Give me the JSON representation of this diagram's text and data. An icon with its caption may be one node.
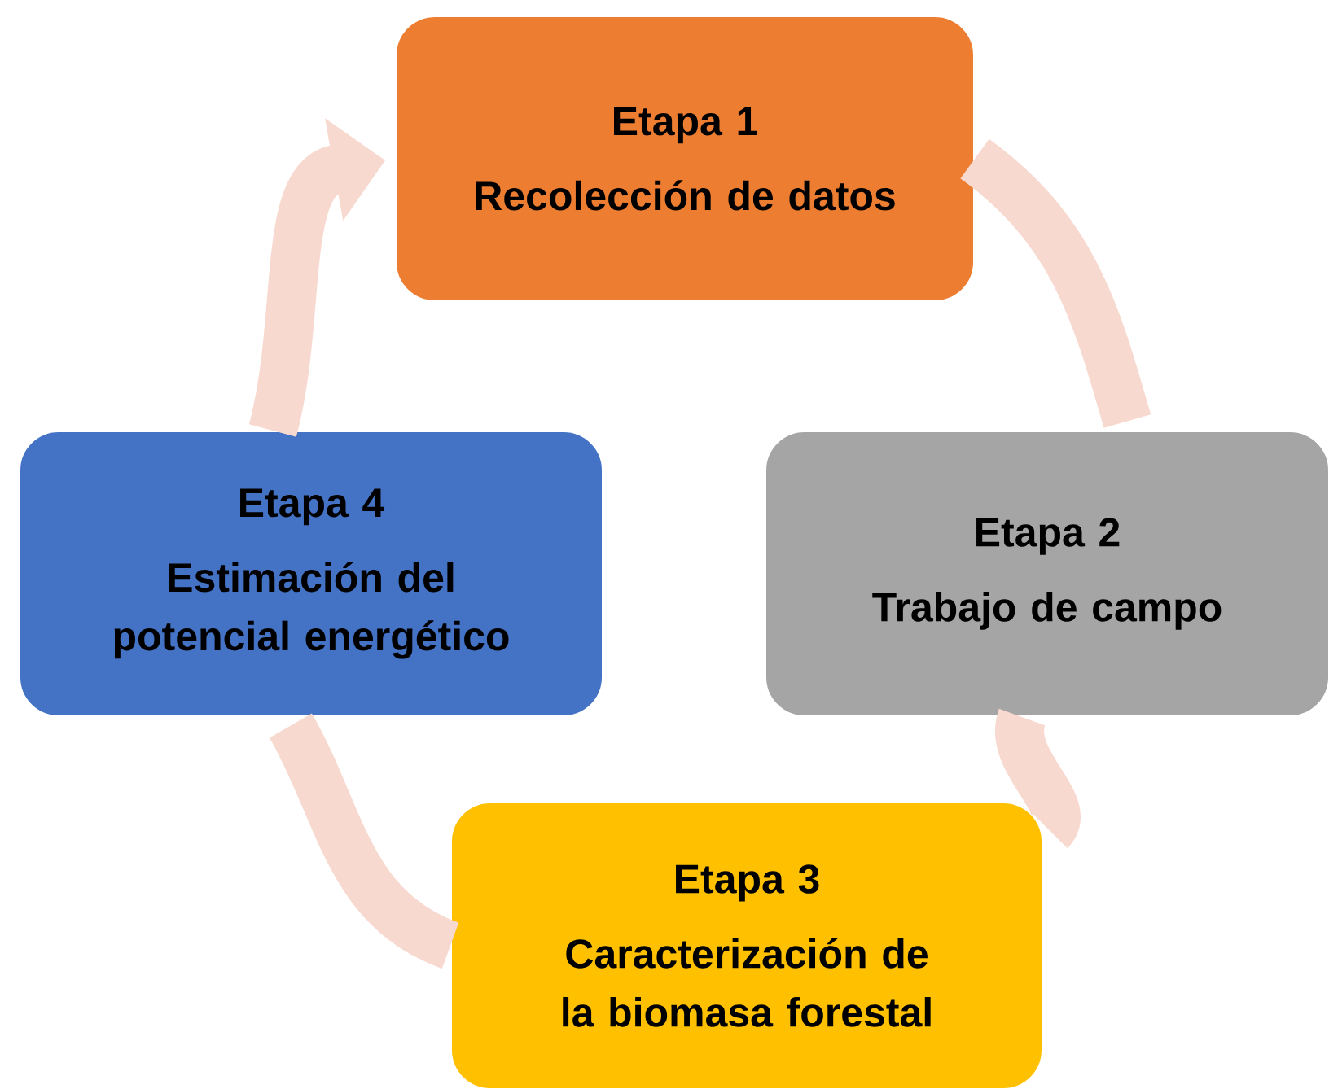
{
  "diagram": {
    "nodes": [
      {
        "text": [
          "Etapa 1",
          "Recolección de datos"
        ]
      },
      {
        "text": [
          "Etapa 2",
          "Trabajo de campo"
        ]
      },
      {
        "text": [
          "Etapa 3",
          "Caracterización de la biomasa forestal"
        ]
      },
      {
        "text": [
          "Etapa 4",
          "Estimación del potencial energético"
        ]
      }
    ],
    "edges": [
      {
        "from": 0,
        "to": 1,
        "arrow": "none"
      },
      {
        "from": 1,
        "to": 2,
        "arrow": "none"
      },
      {
        "from": 2,
        "to": 3,
        "arrow": "none"
      },
      {
        "from": 3,
        "to": 0,
        "arrow": "to"
      }
    ]
  }
}
